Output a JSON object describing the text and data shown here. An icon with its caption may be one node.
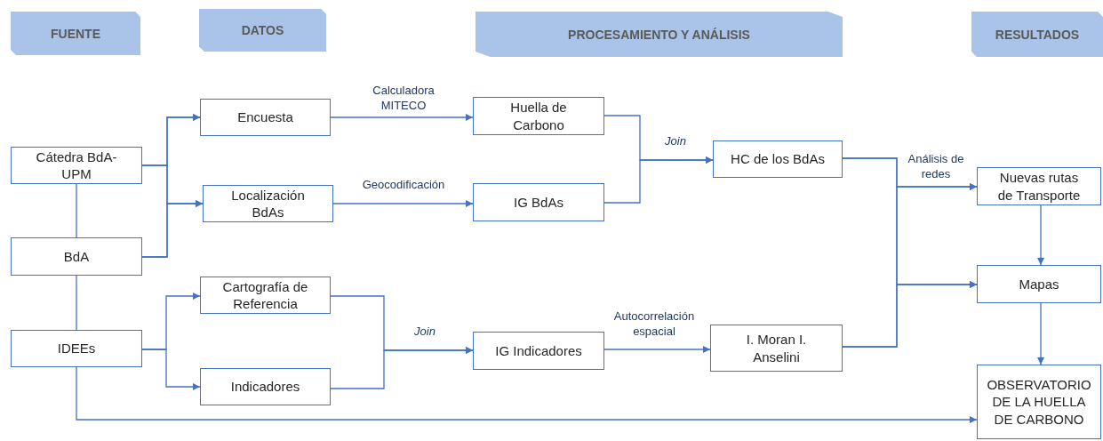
{
  "diagram": {
    "nodes": [
      {
        "text": [
          "FUENTE"
        ]
      },
      {
        "text": [
          "DATOS"
        ]
      },
      {
        "text": [
          "PROCESAMIENTO Y ANÁLISIS"
        ]
      },
      {
        "text": [
          "RESULTADOS"
        ]
      },
      {
        "text": [
          "Cátedra BdA-UPM"
        ]
      },
      {
        "text": [
          "BdA"
        ]
      },
      {
        "text": [
          "IDEEs"
        ]
      },
      {
        "text": [
          "Encuesta"
        ]
      },
      {
        "text": [
          "Localización BdAs"
        ]
      },
      {
        "text": [
          "Cartografía de Referencia"
        ]
      },
      {
        "text": [
          "Indicadores"
        ]
      },
      {
        "text": [
          "Huella de Carbono"
        ]
      },
      {
        "text": [
          "IG BdAs"
        ]
      },
      {
        "text": [
          "HC de los BdAs"
        ]
      },
      {
        "text": [
          "IG Indicadores"
        ]
      },
      {
        "text": [
          "I. Moran I. Anselini"
        ]
      },
      {
        "text": [
          "Nuevas rutas de Transporte"
        ]
      },
      {
        "text": [
          "Mapas"
        ]
      },
      {
        "text": [
          "OBSERVATORIO DE LA HUELLA DE CARBONO"
        ]
      }
    ],
    "edges": [
      {
        "from": 4,
        "to": 7,
        "arrow": "to"
      },
      {
        "from": 4,
        "to": 8,
        "arrow": "to"
      },
      {
        "from": 5,
        "to": 7,
        "arrow": "to"
      },
      {
        "from": 5,
        "to": 8,
        "arrow": "to"
      },
      {
        "from": 4,
        "to": 5,
        "arrow": "none"
      },
      {
        "from": 5,
        "to": 6,
        "arrow": "none"
      },
      {
        "from": 6,
        "to": 9,
        "arrow": "to"
      },
      {
        "from": 6,
        "to": 10,
        "arrow": "to"
      },
      {
        "from": 6,
        "to": 18,
        "arrow": "to"
      },
      {
        "from": 7,
        "to": 11,
        "arrow": "to",
        "label": "Calculadora MITECO"
      },
      {
        "from": 8,
        "to": 12,
        "arrow": "to",
        "label": "Geocodificación"
      },
      {
        "from": 11,
        "to": 13,
        "arrow": "to",
        "label": "*Join*"
      },
      {
        "from": 12,
        "to": 13,
        "arrow": "to"
      },
      {
        "from": 9,
        "to": 14,
        "arrow": "to",
        "label": "*Join*"
      },
      {
        "from": 10,
        "to": 14,
        "arrow": "to"
      },
      {
        "from": 14,
        "to": 15,
        "arrow": "to",
        "label": "Autocorrelación espacial"
      },
      {
        "from": 13,
        "to": 16,
        "arrow": "to",
        "label": "Análisis de redes"
      },
      {
        "from": 13,
        "to": 17,
        "arrow": "to"
      },
      {
        "from": 15,
        "to": 16,
        "arrow": "to"
      },
      {
        "from": 15,
        "to": 17,
        "arrow": "to"
      },
      {
        "from": 16,
        "to": 17,
        "arrow": "to"
      },
      {
        "from": 17,
        "to": 18,
        "arrow": "to"
      }
    ]
  }
}
